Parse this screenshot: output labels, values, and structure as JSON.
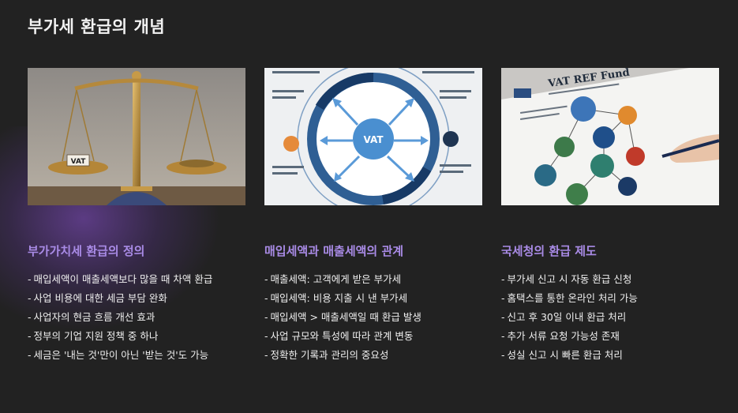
{
  "title": "부가세 환급의 개념",
  "cards": [
    {
      "heading": "부가가치세 환급의 정의",
      "image_text": "VAT",
      "items": [
        "매입세액이 매출세액보다 많을 때 차액 환급",
        "사업 비용에 대한 세금 부담 완화",
        "사업자의 현금 흐름 개선 효과",
        "정부의 기업 지원 정책 중 하나",
        "세금은 '내는 것'만이 아닌 '받는 것'도 가능"
      ]
    },
    {
      "heading": "매입세액과 매출세액의 관계",
      "image_text": "VAT",
      "items": [
        "매출세액: 고객에게 받은 부가세",
        "매입세액: 비용 지출 시 낸 부가세",
        "매입세액 > 매출세액일 때 환급 발생",
        "사업 규모와 특성에 따라 관계 변동",
        "정확한 기록과 관리의 중요성"
      ]
    },
    {
      "heading": "국세청의 환급 제도",
      "image_text": "VAT REF Fund",
      "items": [
        "부가세 신고 시 자동 환급 신청",
        "홈택스를 통한 온라인 처리 가능",
        "신고 후 30일 이내 환급 처리",
        "추가 서류 요청 가능성 존재",
        "성실 신고 시 빠른 환급 처리"
      ]
    }
  ],
  "colors": {
    "background": "#222222",
    "heading": "#a98be6",
    "text": "#f0f0f0",
    "glow": "#8a50d2"
  }
}
